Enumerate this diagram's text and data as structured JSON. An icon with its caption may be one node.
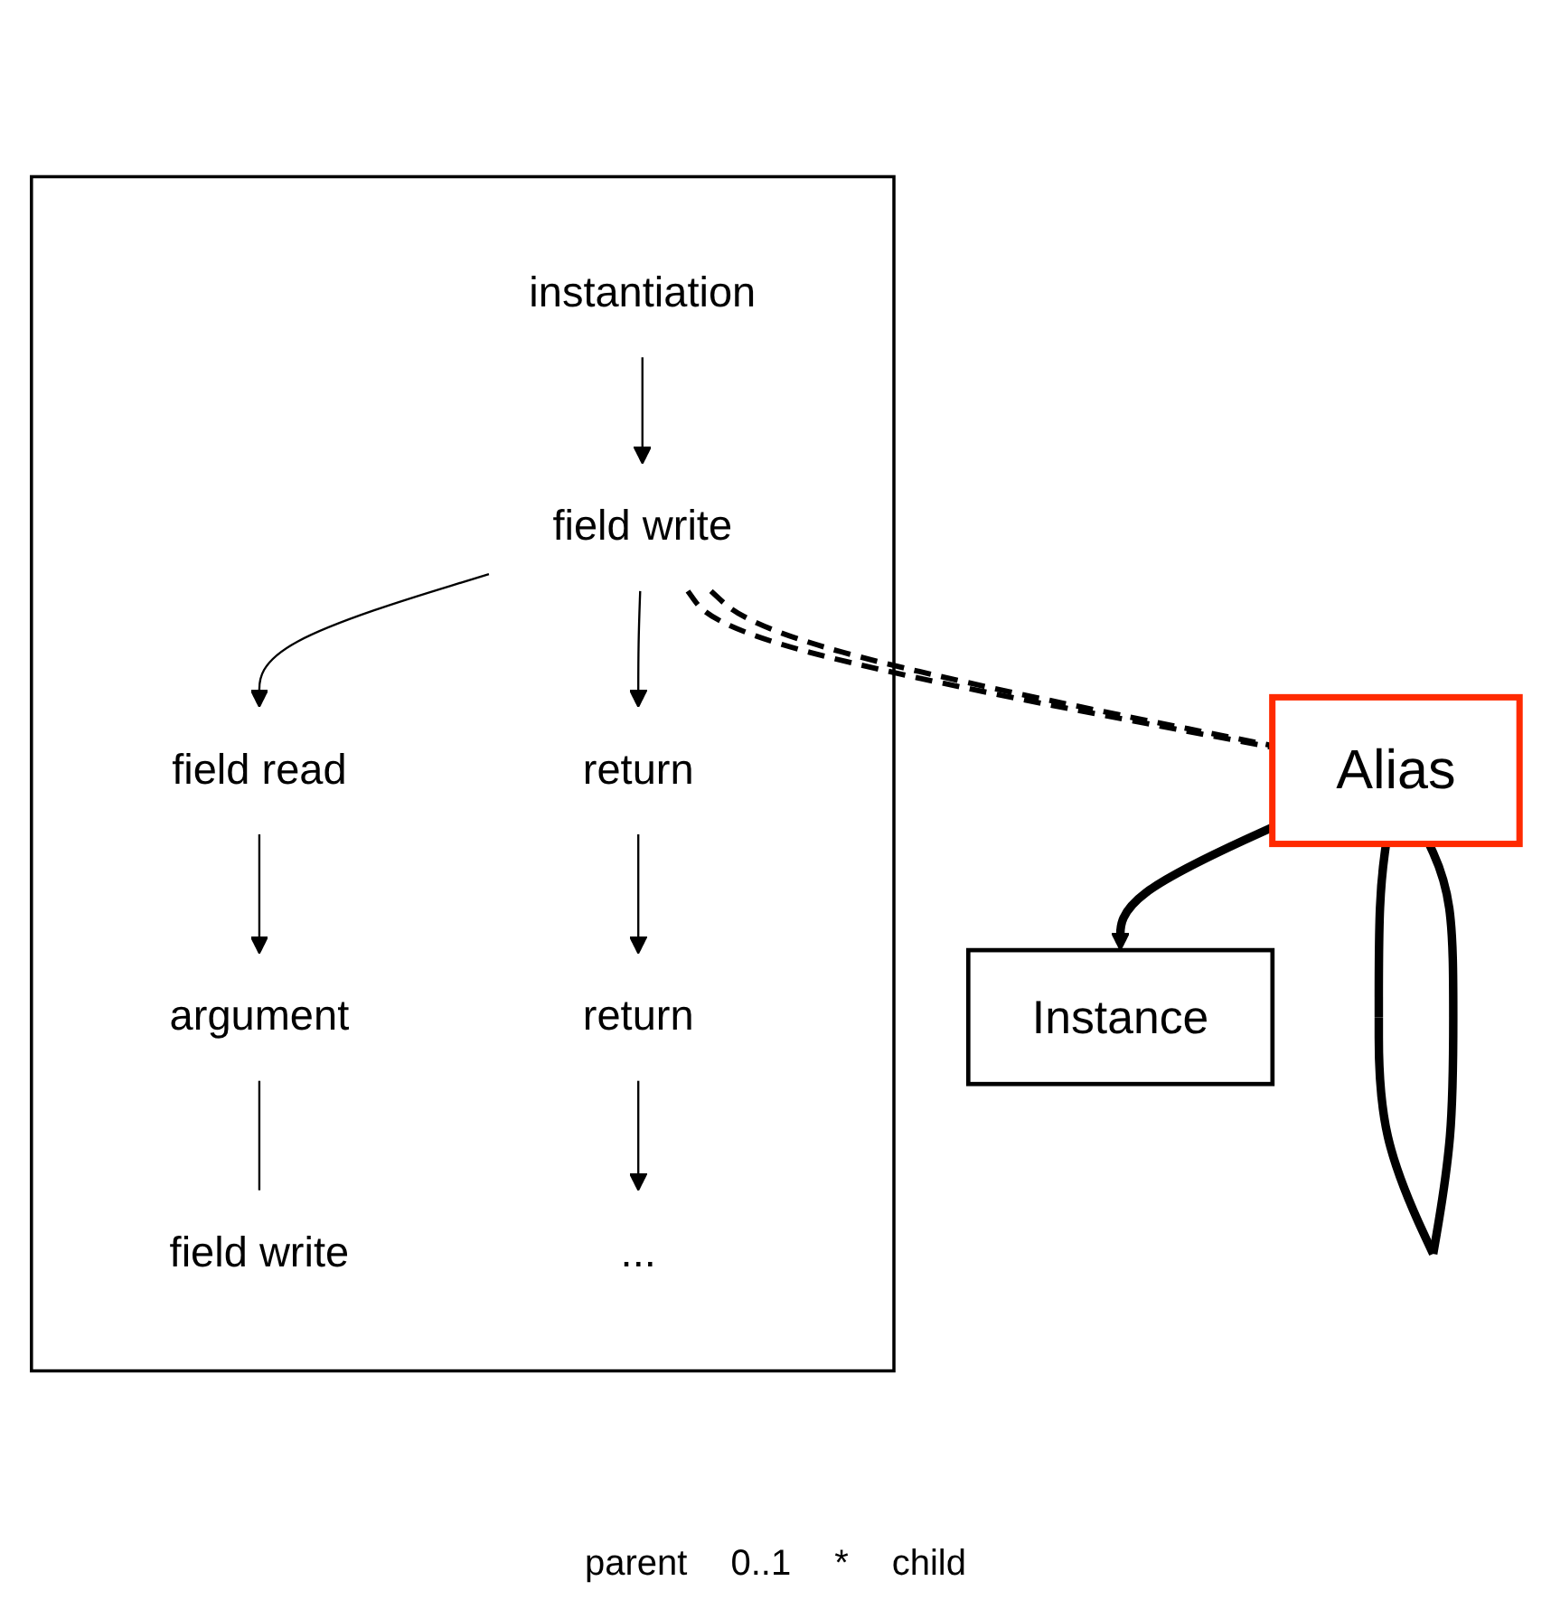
{
  "diagram": {
    "nodes": [
      {
        "text": [],
        "shape": "box"
      },
      {
        "text": [
          "instantiation"
        ],
        "in": 0
      },
      {
        "text": [
          "field write"
        ],
        "in": 0
      },
      {
        "text": [
          "field read"
        ],
        "in": 0
      },
      {
        "text": [
          "argument"
        ],
        "in": 0
      },
      {
        "text": [
          "field write"
        ],
        "in": 0
      },
      {
        "text": [
          "return"
        ],
        "in": 0
      },
      {
        "text": [
          "return"
        ],
        "in": 0
      },
      {
        "text": [
          "..."
        ],
        "in": 0
      },
      {
        "text": [
          "Instance"
        ]
      },
      {
        "text": [
          "Alias"
        ]
      }
    ],
    "edges": [
      {
        "from": 1,
        "to": 2,
        "arrow": "to"
      },
      {
        "from": 2,
        "to": 3,
        "arrow": "to"
      },
      {
        "from": 3,
        "to": 4,
        "arrow": "to"
      },
      {
        "from": 4,
        "to": 5,
        "arrow": "none"
      },
      {
        "from": 2,
        "to": 6,
        "arrow": "to"
      },
      {
        "from": 6,
        "to": 7,
        "arrow": "to"
      },
      {
        "from": 7,
        "to": 8,
        "arrow": "to"
      },
      {
        "from": 2,
        "to": 10,
        "arrow": "none",
        "style": "dashed"
      },
      {
        "from": 2,
        "to": 10,
        "arrow": "none",
        "style": "dashed"
      },
      {
        "from": 10,
        "to": 9,
        "arrow": "to",
        "style": "thick"
      },
      {
        "from": 10,
        "to": 10,
        "arrow": "none",
        "style": "thick"
      }
    ],
    "labels": [
      "parent",
      "0..1",
      "*",
      "child"
    ]
  }
}
